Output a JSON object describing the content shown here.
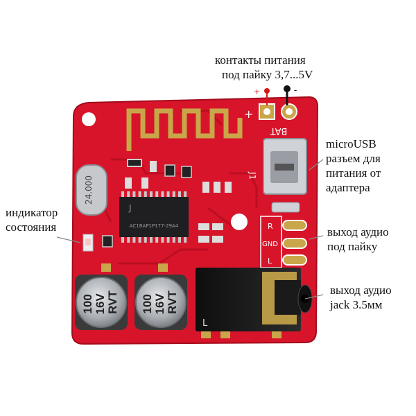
{
  "annotations": {
    "power_line1": "контакты питания",
    "power_line2": "под пайку 3,7...5V",
    "plus": "+",
    "minus": "-",
    "usb_line1": "microUSB",
    "usb_line2": "разъем для",
    "usb_line3": "питания от",
    "usb_line4": "адаптера",
    "indicator_line1": "индикатор",
    "indicator_line2": "состояния",
    "out_solder_line1": "выход аудио",
    "out_solder_line2": "под пайку",
    "out_jack_line1": "выход аудио",
    "out_jack_line2": "jack 3.5мм"
  },
  "board": {
    "bat_label": "BAT",
    "j1_label": "J1",
    "crystal_label": "24.000",
    "chip_label": "AC1BAP1P177-29A4",
    "pad_r": "R",
    "pad_gnd": "GND",
    "pad_l": "L",
    "jack_l": "L",
    "cap1": [
      "100",
      "16V",
      "RVT"
    ],
    "cap2": [
      "100",
      "16V",
      "RVT"
    ],
    "silk_plus": "+"
  },
  "colors": {
    "pcb": "#d8142a",
    "pcb_dark": "#b30e20",
    "pad_gold": "#c9a64a",
    "chip": "#1f1f22",
    "cap": "#b9bcc0",
    "jack": "#1a1a1a",
    "plus_dot": "#d21a1a",
    "minus_dot": "#111111"
  }
}
